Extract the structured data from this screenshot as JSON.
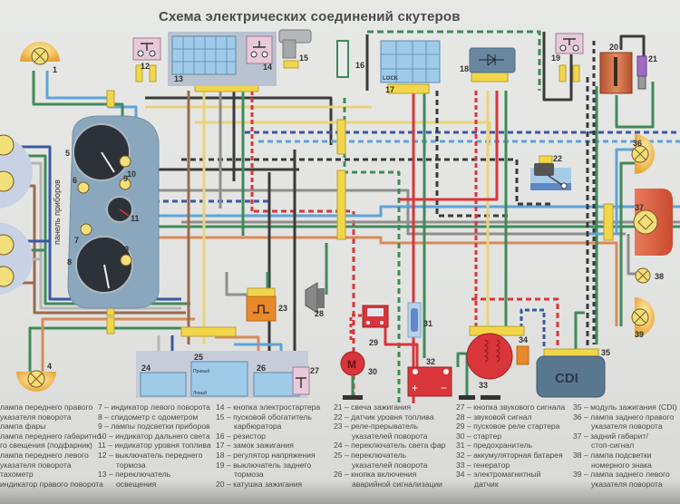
{
  "title": "Схема электрических соединений скутеров",
  "panel_label": "панель приборов",
  "cdi_label": "CDI",
  "motor_label": "M",
  "battery_plus": "+",
  "battery_minus": "−",
  "switch_labels": {
    "lock": "LOCK",
    "right": "Правый",
    "left": "Левый"
  },
  "component_numbers": [
    "1",
    "4",
    "5",
    "6",
    "7",
    "8",
    "9",
    "9",
    "10",
    "11",
    "12",
    "13",
    "14",
    "15",
    "16",
    "17",
    "18",
    "19",
    "20",
    "21",
    "22",
    "23",
    "24",
    "25",
    "26",
    "27",
    "28",
    "29",
    "30",
    "31",
    "32",
    "33",
    "34",
    "35",
    "36",
    "37",
    "38",
    "39"
  ],
  "wire_colors": {
    "blue": "#3a57a6",
    "light_blue": "#5ea3d6",
    "green": "#3f8a5a",
    "brown": "#9a6a4e",
    "orange": "#d98a5a",
    "red": "#d8363a",
    "black": "#3a3a3a",
    "gray": "#8e8e8e",
    "yellow": "#e9d37a",
    "connector": "#f2d64a"
  },
  "legend": [
    {
      "num": "",
      "text": "лампа переднего правого"
    },
    {
      "num": "",
      "text": "указателя поворота"
    },
    {
      "num": "",
      "text": "лампа фары"
    },
    {
      "num": "",
      "text": "лампа переднего габаритно-"
    },
    {
      "num": "",
      "text": "го свещения (подфарник)"
    },
    {
      "num": "",
      "text": "лампа переднего левого"
    },
    {
      "num": "",
      "text": "указателя поворота"
    },
    {
      "num": "",
      "text": "тахометр"
    },
    {
      "num": "",
      "text": "индикатор правого поворота"
    },
    {
      "num": "7",
      "text": "индикатор левого поворота"
    },
    {
      "num": "8",
      "text": "спидометр с одометром"
    },
    {
      "num": "9",
      "text": "лампы подсветки приборов"
    },
    {
      "num": "10",
      "text": "индикатор дальнего света"
    },
    {
      "num": "11",
      "text": "индикатор уровня топлива"
    },
    {
      "num": "12",
      "text": "выключатель переднего"
    },
    {
      "num": "",
      "text": "тормоза"
    },
    {
      "num": "13",
      "text": "переключатель"
    },
    {
      "num": "",
      "text": "освещения"
    },
    {
      "num": "14",
      "text": "кнопка электростартера"
    },
    {
      "num": "15",
      "text": "пусковой обогатитель"
    },
    {
      "num": "",
      "text": "карбюратора"
    },
    {
      "num": "16",
      "text": "резистор"
    },
    {
      "num": "17",
      "text": "замок зажигания"
    },
    {
      "num": "18",
      "text": "регулятор напряжения"
    },
    {
      "num": "19",
      "text": "выключатель заднего"
    },
    {
      "num": "",
      "text": "тормоза"
    },
    {
      "num": "20",
      "text": "катушка зажигания"
    },
    {
      "num": "21",
      "text": "свеча зажигания"
    },
    {
      "num": "22",
      "text": "датчик уровня топлива"
    },
    {
      "num": "23",
      "text": "реле-прерыватель"
    },
    {
      "num": "",
      "text": "указателей поворота"
    },
    {
      "num": "24",
      "text": "переключатель света фар"
    },
    {
      "num": "25",
      "text": "переключатель"
    },
    {
      "num": "",
      "text": "указателей поворота"
    },
    {
      "num": "26",
      "text": "кнопка включения"
    },
    {
      "num": "",
      "text": "аварийной сигнализации"
    },
    {
      "num": "27",
      "text": "кнопка звукового сигнала"
    },
    {
      "num": "28",
      "text": "звуковой сигнал"
    },
    {
      "num": "29",
      "text": "пусковое реле стартера"
    },
    {
      "num": "30",
      "text": "стартер"
    },
    {
      "num": "31",
      "text": "предохранитель"
    },
    {
      "num": "32",
      "text": "аккумуляторная батарея"
    },
    {
      "num": "33",
      "text": "генератор"
    },
    {
      "num": "34",
      "text": "электромагнитный"
    },
    {
      "num": "",
      "text": "датчик"
    },
    {
      "num": "35",
      "text": "модуль зажигания (CDI)"
    },
    {
      "num": "36",
      "text": "лампа заднего правого"
    },
    {
      "num": "",
      "text": "указателя поворота"
    },
    {
      "num": "37",
      "text": "задний габарит/"
    },
    {
      "num": "",
      "text": "стоп-сигнал"
    },
    {
      "num": "38",
      "text": "лампа подсветки"
    },
    {
      "num": "",
      "text": "номерного знака"
    },
    {
      "num": "39",
      "text": "лампа заднего левого"
    },
    {
      "num": "",
      "text": "указателя поворота"
    }
  ]
}
